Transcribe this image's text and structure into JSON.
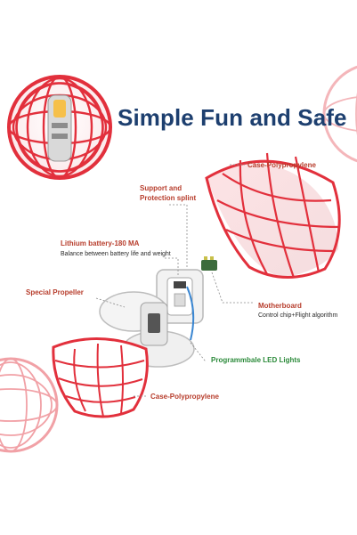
{
  "headline": "Simple Fun and Safe",
  "colors": {
    "title": "#1d3f6f",
    "label": "#b73d2c",
    "leds_label": "#2b8a3a",
    "cage": "#e2303c",
    "body": "#ffffff"
  },
  "callouts": {
    "case_top": {
      "title": "Case-Polypropylene"
    },
    "support": {
      "title_line1": "Support and",
      "title_line2": "Protection splint"
    },
    "battery": {
      "title": "Lithium battery-180 MA",
      "description": "Balance between battery life and weight"
    },
    "motherboard": {
      "title": "Motherboard",
      "description": "Control chip+Flight algorithm"
    },
    "propeller": {
      "title": "Special Propeller"
    },
    "leds": {
      "title": "Programmbale LED Lights"
    },
    "case_bottom": {
      "title": "Case-Polypropylene"
    }
  }
}
